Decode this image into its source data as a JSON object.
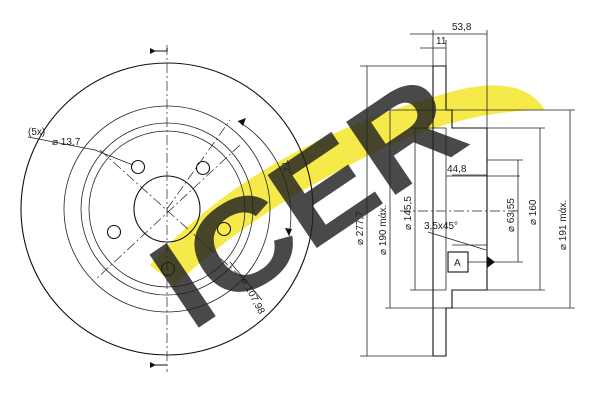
{
  "drawing": {
    "label_holes": "(5x)",
    "dim_hole": "⌀ 13,7",
    "dim_pcd": "⌀ 107,98",
    "dim_angle": "72°",
    "dim_width_total": "53,8",
    "dim_thickness": "11",
    "dim_hat_depth": "44,8",
    "dim_chamfer": "3,5x45°",
    "dim_outer": "⌀ 277,7",
    "dim_friction_inner": "⌀ 190 mάx.",
    "dim_hat_outer": "⌀ 145,5",
    "dim_bore": "⌀ 63,55",
    "dim_hat_inner": "⌀ 160",
    "dim_max": "⌀ 191 mάx.",
    "datum": "A"
  },
  "brand": {
    "logo_text": "ICER",
    "logo_color": "#3b46d6",
    "accent_color": "#f2e30c"
  }
}
